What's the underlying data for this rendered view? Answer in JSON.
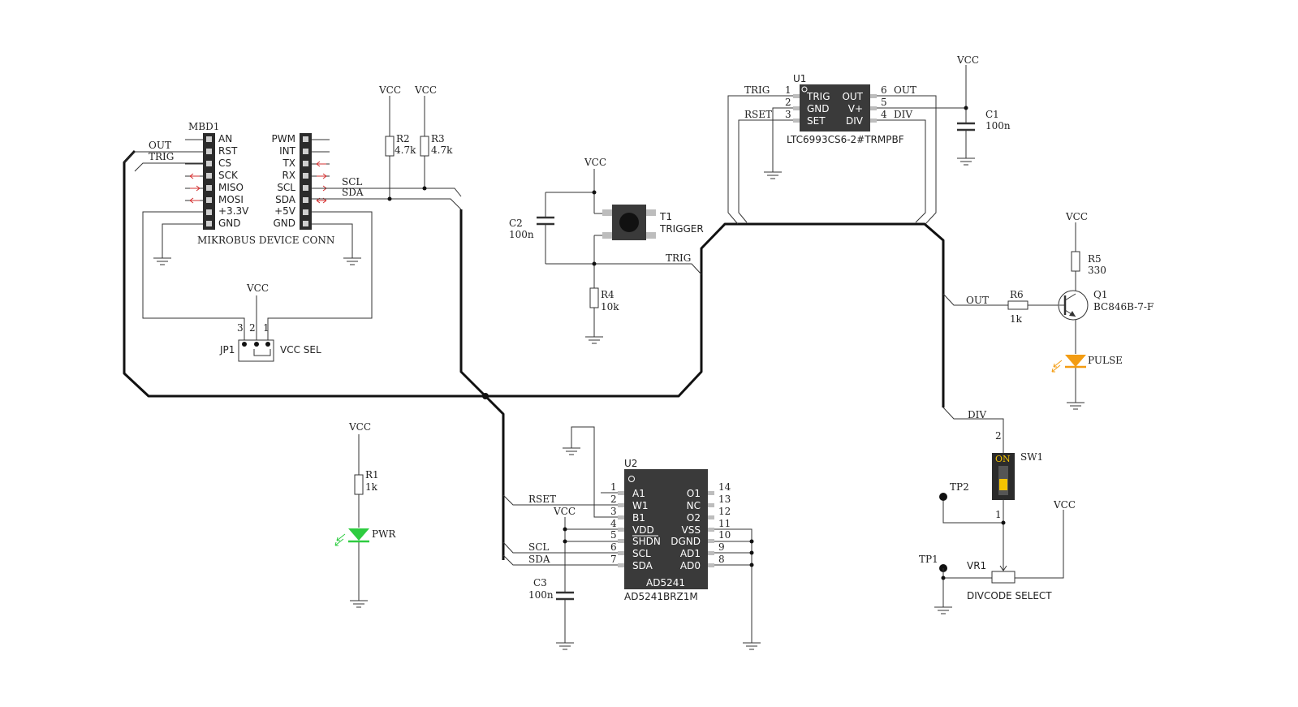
{
  "colors": {
    "wire": "#333333",
    "bus": "#111111",
    "chip": "#3a3a3a",
    "pin": "#bdbdbd",
    "arrow": "#d32f2f",
    "led_green": "#2ecc40",
    "led_orange": "#f39c12",
    "switch_yellow": "#f4c300"
  },
  "vcc": "VCC",
  "mbd": {
    "ref": "MBD1",
    "title": "MIKROBUS DEVICE CONN",
    "left": [
      "AN",
      "RST",
      "CS",
      "SCK",
      "MISO",
      "MOSI",
      "+3.3V",
      "GND"
    ],
    "right": [
      "PWM",
      "INT",
      "TX",
      "RX",
      "SCL",
      "SDA",
      "+5V",
      "GND"
    ]
  },
  "nets": {
    "out": "OUT",
    "trig": "TRIG",
    "scl": "SCL",
    "sda": "SDA",
    "rset": "RSET",
    "div": "DIV"
  },
  "r2": {
    "ref": "R2",
    "val": "4.7k"
  },
  "r3": {
    "ref": "R3",
    "val": "4.7k"
  },
  "jp1": {
    "ref": "JP1",
    "label": "VCC SEL",
    "pins": [
      "3",
      "2",
      "1"
    ]
  },
  "c2": {
    "ref": "C2",
    "val": "100n"
  },
  "t1": {
    "ref": "T1",
    "label": "TRIGGER"
  },
  "r4": {
    "ref": "R4",
    "val": "10k"
  },
  "u1": {
    "ref": "U1",
    "part": "LTC6993CS6-2#TRMPBF",
    "left_pins": [
      {
        "num": "1",
        "name": "TRIG"
      },
      {
        "num": "2",
        "name": "GND"
      },
      {
        "num": "3",
        "name": "SET"
      }
    ],
    "right_pins": [
      {
        "num": "6",
        "name": "OUT"
      },
      {
        "num": "5",
        "name": "V+"
      },
      {
        "num": "4",
        "name": "DIV"
      }
    ]
  },
  "c1": {
    "ref": "C1",
    "val": "100n"
  },
  "r5": {
    "ref": "R5",
    "val": "330"
  },
  "r6": {
    "ref": "R6",
    "val": "1k"
  },
  "q1": {
    "ref": "Q1",
    "part": "BC846B-7-F"
  },
  "pulse": "PULSE",
  "r1": {
    "ref": "R1",
    "val": "1k"
  },
  "pwr": "PWR",
  "u2": {
    "ref": "U2",
    "name": "AD5241",
    "part": "AD5241BRZ1M",
    "left_pins": [
      {
        "num": "1",
        "name": "A1"
      },
      {
        "num": "2",
        "name": "W1"
      },
      {
        "num": "3",
        "name": "B1"
      },
      {
        "num": "4",
        "name": "VDD"
      },
      {
        "num": "5",
        "name": "SHDN"
      },
      {
        "num": "6",
        "name": "SCL"
      },
      {
        "num": "7",
        "name": "SDA"
      }
    ],
    "right_pins": [
      {
        "num": "14",
        "name": "O1"
      },
      {
        "num": "13",
        "name": "NC"
      },
      {
        "num": "12",
        "name": "O2"
      },
      {
        "num": "11",
        "name": "VSS"
      },
      {
        "num": "10",
        "name": "DGND"
      },
      {
        "num": "9",
        "name": "AD1"
      },
      {
        "num": "8",
        "name": "AD0"
      }
    ]
  },
  "c3": {
    "ref": "C3",
    "val": "100n"
  },
  "sw1": {
    "ref": "SW1",
    "on": "ON",
    "pin2": "2",
    "pin1": "1"
  },
  "tp1": "TP1",
  "tp2": "TP2",
  "vr1": {
    "ref": "VR1",
    "label": "DIVCODE SELECT"
  }
}
